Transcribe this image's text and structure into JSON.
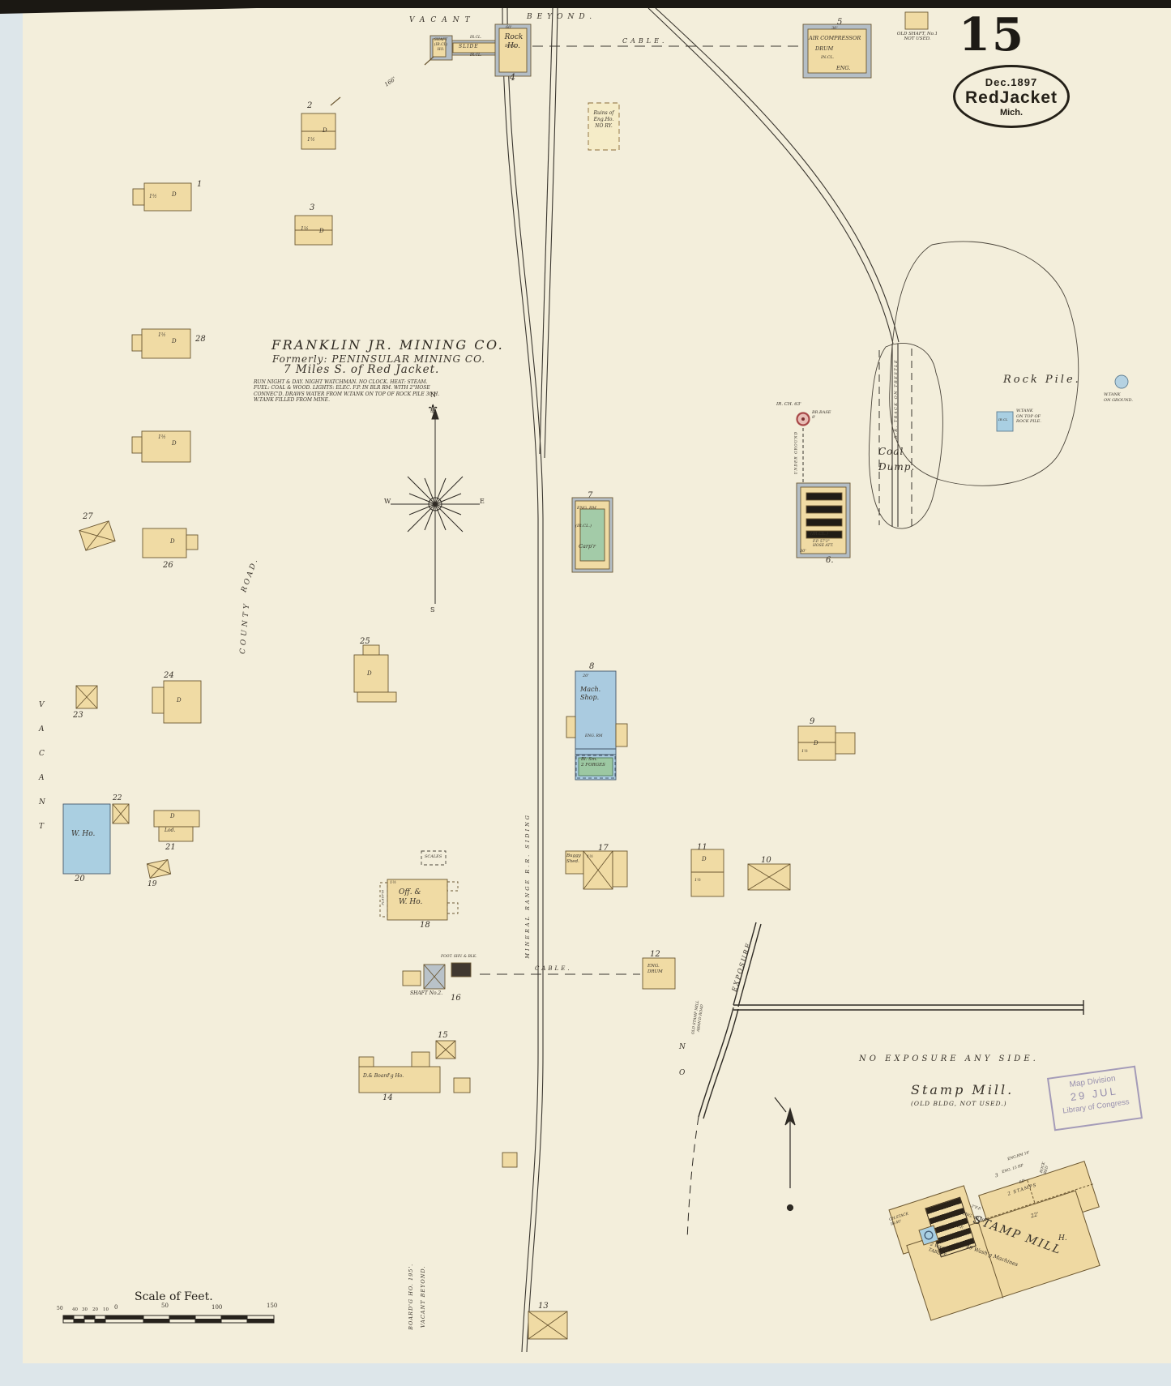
{
  "page": {
    "sheet_number": "15"
  },
  "oval_stamp": {
    "date": "Dec.1897",
    "city": "RedJacket",
    "state": "Mich."
  },
  "loc_stamp": {
    "l1": "Map Division",
    "l2": "29 JUL",
    "l3": "Library of Congress"
  },
  "title_block": {
    "company": "FRANKLIN JR. MINING CO.",
    "formerly": "Formerly: PENINSULAR MINING CO.",
    "distance": "7 Miles S. of Red Jacket.",
    "note": "RUN NIGHT & DAY. NIGHT WATCHMAN. NO CLOCK. HEAT: STEAM.\nFUEL: COAL & WOOD. LIGHTS: ELEC. F.P. IN BLR RM. WITH 2\"HOSE\nCONNEC'D. DRAWS WATER FROM W.TANK ON TOP OF ROCK PILE 30'H.\nW.TANK FILLED FROM MINE."
  },
  "areas": {
    "vacant_top": "VACANT",
    "beyond_top": "BEYOND.",
    "cable_top": "CABLE.",
    "cable_mid": "CABLE.",
    "rock_pile": "Rock Pile.",
    "coal_dump": "Coal\nDump.",
    "rr_trestle": "R.R. TRACK ON TRESTLE",
    "underground": "UNDER GROUND",
    "mineral_rr": "MINERAL RANGE R.R. SIDING",
    "county": "COUNTY",
    "road": "ROAD.",
    "vacant_left": "V\nA\nC\nA\nN\nT",
    "exposure": "EXPOSURE.",
    "no_vertical": "N\nO",
    "old_road": "OLD STAMP MILL\nABAN'D ROAD",
    "no_exposure": "NO EXPOSURE ANY SIDE.",
    "boardinghouse": "BOARD'G HO. 195'.",
    "vacant_beyond": "VACANT BEYOND.",
    "dist_166": "166'"
  },
  "compass": {
    "n": "N",
    "w": "W",
    "e": "E",
    "s": "S",
    "fleur": "⚜"
  },
  "tanks": {
    "top_label": "W.TANK\nON TOP OF\nROCK PILE.",
    "top_inner": "IR.CL",
    "ground_label": "W.TANK\nON GROUND."
  },
  "chimney": {
    "l1": "IR. CH. 63'",
    "l2": "BR.BASE\n8'"
  },
  "buildings": {
    "b1": {
      "num": "1",
      "d": "D",
      "st": "1½"
    },
    "b2": {
      "num": "2",
      "d": "D",
      "st": "1½"
    },
    "b3": {
      "num": "3",
      "d": "D",
      "st": "1½"
    },
    "b4": {
      "num": "4",
      "name": "Rock\nHo.",
      "dim": "60'",
      "ircl": "IR.CL.",
      "ircl2": "IR.CL.",
      "ircl3": "IR.CL.",
      "slide": "SLIDE",
      "shaft": "SHAFT\n(IR.CL)\nHO."
    },
    "b5": {
      "num": "5",
      "dim": "30'",
      "l1": "AIR COMPRESSOR",
      "l2": "DRUM",
      "l3": "IN.CL.",
      "l4": "ENG."
    },
    "old_shaft": {
      "label": "OLD SHAFT, No.1\nNOT USED."
    },
    "ruins": {
      "label": "Ruins of\nEng.Ho.\nNO RY."
    },
    "b6": {
      "num": "6.",
      "ircl": "(IR.CL.)",
      "fp": "F.P. 57'3\"\nHOSE ATT.",
      "dim": "30'"
    },
    "b7": {
      "num": "7",
      "l1": "ENG. RM",
      "l2": "(IR.CL.)",
      "l3": "Carp'r"
    },
    "b8": {
      "num": "8",
      "dim": "20'",
      "l1": "Mach.\nShop.",
      "l2": "ENG. RM",
      "l3": "Bl. Sm.\n2 FORGES"
    },
    "b9": {
      "num": "9",
      "d": "D",
      "st": "1½"
    },
    "b10": {
      "num": "10"
    },
    "b11": {
      "num": "11",
      "d": "D",
      "st": "1½"
    },
    "b12": {
      "num": "12",
      "l1": "ENG.\nDRUM"
    },
    "b13": {
      "num": "13"
    },
    "b14": {
      "num": "14",
      "l1": "D.& Board'g Ho."
    },
    "b15": {
      "num": "15"
    },
    "b16": {
      "num": "16",
      "l1": "FOOT. SHV. & BLK.",
      "l2": "SHAFT No.2."
    },
    "b17": {
      "num": "17",
      "st": "1½",
      "l1": "Buggy\nShed."
    },
    "b18": {
      "num": "18",
      "st": "1½",
      "l1": "Off. &\nW. Ho.",
      "plat": "PLATF'M"
    },
    "b19": {
      "num": "19"
    },
    "b20": {
      "num": "20",
      "l1": "W. Ho."
    },
    "b21": {
      "num": "21",
      "d": "D",
      "l1": "Lod."
    },
    "b22": {
      "num": "22"
    },
    "b23": {
      "num": "23"
    },
    "b24": {
      "num": "24",
      "d": "D"
    },
    "b25": {
      "num": "25",
      "d": "D"
    },
    "b26": {
      "num": "26",
      "d": "D"
    },
    "b27": {
      "num": "27"
    },
    "b28": {
      "num": "28",
      "d": "D",
      "st": "1½"
    },
    "bmid": {
      "d": "D",
      "st": "1½"
    },
    "scales": {
      "label": "SCALES"
    }
  },
  "stamp_mill": {
    "title": "Stamp Mill.",
    "subtitle": "(OLD BLDG, NOT USED.)",
    "eng_rm": "ENG.RM 16'",
    "eng15": "ENG. 15 HP",
    "n3": "3",
    "rock_bed": "ROCK\nBED",
    "d60": "60'",
    "stamps": "2 STAMPS",
    "d22": "22'",
    "fp3": "3\"F.P.",
    "eng60": "ENG. 60 HP",
    "fp": "F.P.",
    "main": "STAMP MILL",
    "wash": "49 Wash'g Machines",
    "tables": "2 WASH\nTABLES",
    "chstack": "CH.STACK\nIR.40'",
    "h": "H."
  },
  "scale_bar": {
    "title": "Scale of Feet.",
    "s50": "50",
    "s40": "40",
    "s30": "30",
    "s20": "20",
    "s10": "10",
    "zero": "0",
    "m50": "50",
    "m100": "100",
    "m150": "150"
  }
}
